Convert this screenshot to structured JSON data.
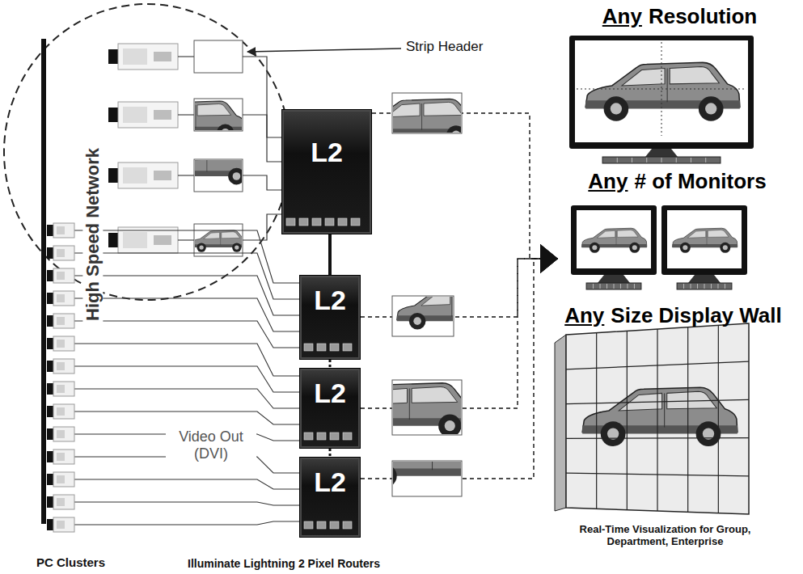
{
  "diagram": {
    "nodes": [
      {
        "text": [
          "L2"
        ]
      },
      {
        "text": [
          "L2"
        ]
      },
      {
        "text": [
          "L2"
        ]
      },
      {
        "text": [
          "L2"
        ]
      },
      {
        "text": [
          "Any",
          "Resolution"
        ]
      },
      {
        "text": [
          "Any",
          "# of Monitors"
        ]
      },
      {
        "text": [
          "Any",
          "Size Display Wall"
        ]
      }
    ],
    "edges": [
      {
        "from": 0,
        "to": 1,
        "arrow": "none"
      },
      {
        "from": 1,
        "to": 2,
        "arrow": "none"
      },
      {
        "from": 2,
        "to": 3,
        "arrow": "none"
      },
      {
        "from": 0,
        "to": 5,
        "arrow": "to"
      },
      {
        "from": 1,
        "to": 5,
        "arrow": "to"
      },
      {
        "from": 2,
        "to": 5,
        "arrow": "to"
      },
      {
        "from": 3,
        "to": 5,
        "arrow": "to"
      }
    ],
    "labels": [
      "Strip Header",
      "High Speed Network",
      "Video Out (DVI)",
      "PC Clusters",
      "Illuminate Lightning 2 Pixel Routers",
      "Real-Time Visualization for Group, Department, Enterprise"
    ]
  }
}
